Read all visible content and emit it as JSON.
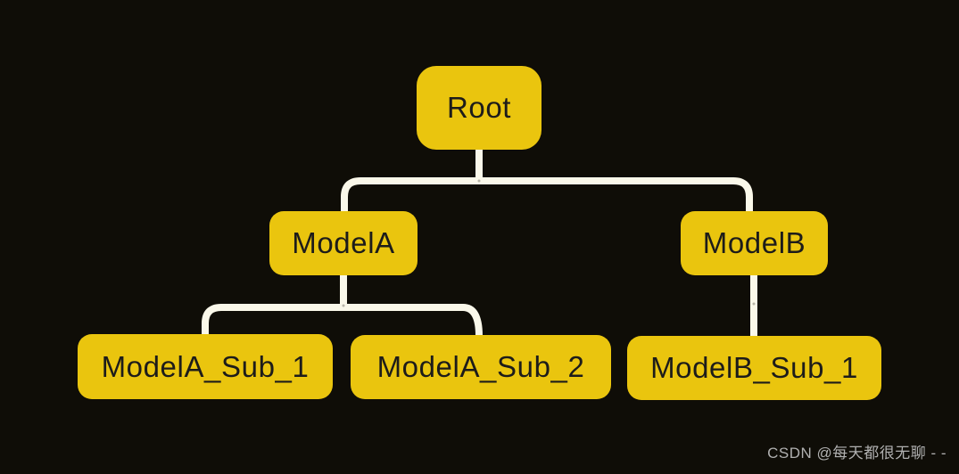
{
  "diagram": {
    "type": "flowchart-tree",
    "nodes": [
      {
        "id": "root",
        "label": "Root"
      },
      {
        "id": "modelA",
        "label": "ModelA"
      },
      {
        "id": "modelB",
        "label": "ModelB"
      },
      {
        "id": "modelA_sub_1",
        "label": "ModelA_Sub_1"
      },
      {
        "id": "modelA_sub_2",
        "label": "ModelA_Sub_2"
      },
      {
        "id": "modelB_sub_1",
        "label": "ModelB_Sub_1"
      }
    ],
    "edges": [
      {
        "from": "Root",
        "to": "ModelA"
      },
      {
        "from": "Root",
        "to": "ModelB"
      },
      {
        "from": "ModelA",
        "to": "ModelA_Sub_1"
      },
      {
        "from": "ModelA",
        "to": "ModelA_Sub_2"
      },
      {
        "from": "ModelB",
        "to": "ModelB_Sub_1"
      }
    ],
    "colors": {
      "background": "#0f0d07",
      "node_fill": "#eac50e",
      "node_text": "#1d1c1a",
      "edge": "#faf8ea",
      "watermark": "#b0b0b0"
    }
  },
  "watermark": {
    "text": "CSDN @每天都很无聊 - -"
  }
}
